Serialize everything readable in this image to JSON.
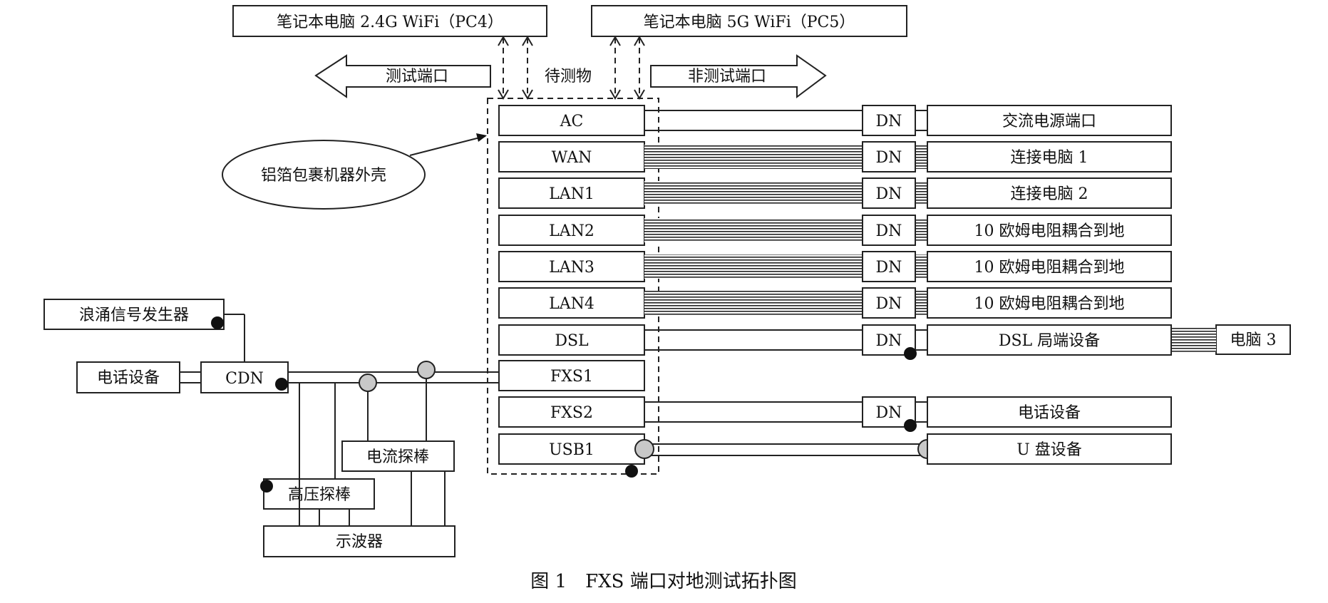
{
  "top": {
    "pc4": "笔记本电脑 2.4G  WiFi（PC4）",
    "pc5": "笔记本电脑 5G  WiFi（PC5）"
  },
  "arrows": {
    "test_port": "测试端口",
    "dut": "待测物",
    "non_test_port": "非测试端口"
  },
  "foil": "铝箔包裹机器外壳",
  "ports": [
    "AC",
    "WAN",
    "LAN1",
    "LAN2",
    "LAN3",
    "LAN4",
    "DSL",
    "FXS1",
    "FXS2",
    "USB1"
  ],
  "dn_label": "DN",
  "right_devices": {
    "ac": "交流电源端口",
    "wan": "连接电脑 1",
    "lan1": "连接电脑 2",
    "lan2": "10 欧姆电阻耦合到地",
    "lan3": "10 欧姆电阻耦合到地",
    "lan4": "10 欧姆电阻耦合到地",
    "dsl": "DSL 局端设备",
    "fxs2": "电话设备",
    "usb1": "U 盘设备"
  },
  "pc3": "电脑 3",
  "left": {
    "surge": "浪涌信号发生器",
    "phone": "电话设备",
    "cdn": "CDN",
    "current_probe": "电流探棒",
    "hv_probe": "高压探棒",
    "scope": "示波器"
  },
  "caption": "图 1　FXS 端口对地测试拓扑图"
}
